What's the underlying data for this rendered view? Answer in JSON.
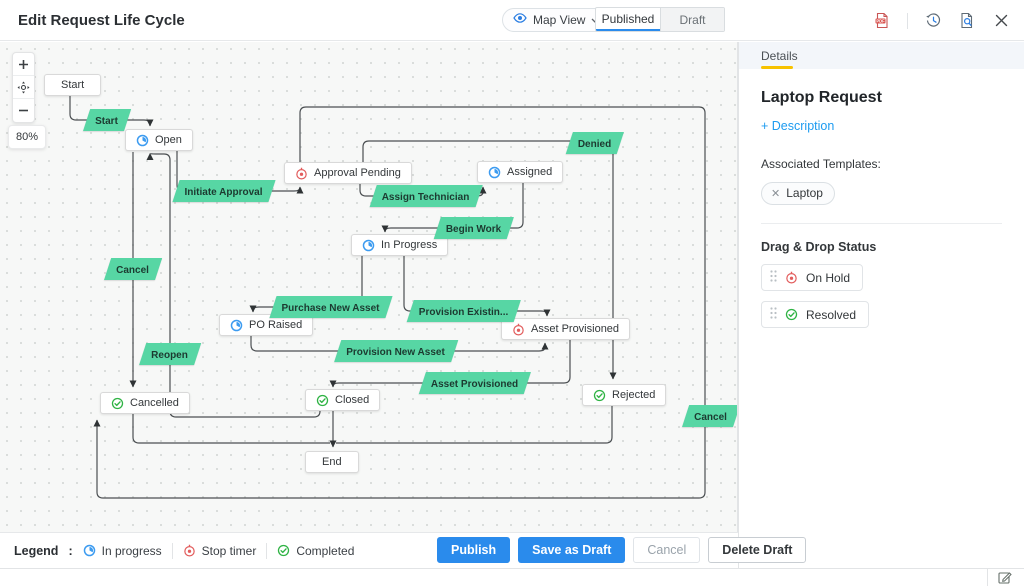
{
  "header": {
    "title": "Edit Request Life Cycle",
    "map_view_label": "Map View",
    "tabs": [
      {
        "label": "Published",
        "active": true
      },
      {
        "label": "Draft",
        "active": false
      }
    ],
    "icons": [
      "pdf-export-icon",
      "history-icon",
      "document-search-icon",
      "close-icon"
    ]
  },
  "canvas": {
    "zoom_level": "80%",
    "nodes": [
      {
        "id": "start",
        "label": "Start",
        "icon": "none"
      },
      {
        "id": "open",
        "label": "Open",
        "icon": "in-progress"
      },
      {
        "id": "approval-pending",
        "label": "Approval Pending",
        "icon": "stop-timer"
      },
      {
        "id": "assigned",
        "label": "Assigned",
        "icon": "in-progress"
      },
      {
        "id": "in-progress",
        "label": "In Progress",
        "icon": "in-progress"
      },
      {
        "id": "po-raised",
        "label": "PO Raised",
        "icon": "in-progress"
      },
      {
        "id": "asset-provisioned",
        "label": "Asset Provisioned",
        "icon": "stop-timer"
      },
      {
        "id": "cancelled",
        "label": "Cancelled",
        "icon": "completed"
      },
      {
        "id": "closed",
        "label": "Closed",
        "icon": "completed"
      },
      {
        "id": "rejected",
        "label": "Rejected",
        "icon": "completed"
      },
      {
        "id": "end",
        "label": "End",
        "icon": "none"
      }
    ],
    "transitions": [
      {
        "id": "t-start",
        "label": "Start"
      },
      {
        "id": "initiate-approval",
        "label": "Initiate Approval"
      },
      {
        "id": "assign-technician",
        "label": "Assign Technician"
      },
      {
        "id": "begin-work",
        "label": "Begin Work"
      },
      {
        "id": "denied",
        "label": "Denied"
      },
      {
        "id": "cancel-left",
        "label": "Cancel"
      },
      {
        "id": "purchase-new-asset",
        "label": "Purchase New Asset"
      },
      {
        "id": "provision-existing",
        "label": "Provision Existin..."
      },
      {
        "id": "provision-new-asset",
        "label": "Provision New Asset"
      },
      {
        "id": "reopen",
        "label": "Reopen"
      },
      {
        "id": "asset-provisioned-t",
        "label": "Asset Provisioned"
      },
      {
        "id": "cancel-right",
        "label": "Cancel"
      }
    ]
  },
  "panel": {
    "tab_label": "Details",
    "title": "Laptop Request",
    "description_link": "+ Description",
    "templates_label": "Associated Templates:",
    "templates": [
      {
        "label": "Laptop"
      }
    ],
    "drag_drop_label": "Drag & Drop Status",
    "statuses": [
      {
        "label": "On Hold",
        "icon": "stop-timer"
      },
      {
        "label": "Resolved",
        "icon": "completed"
      }
    ]
  },
  "footer": {
    "legend_label": "Legend",
    "legend_colon": ":",
    "legend_items": [
      {
        "label": "In progress",
        "icon": "in-progress"
      },
      {
        "label": "Stop timer",
        "icon": "stop-timer"
      },
      {
        "label": "Completed",
        "icon": "completed"
      }
    ],
    "buttons": [
      {
        "label": "Publish",
        "style": "primary"
      },
      {
        "label": "Save as Draft",
        "style": "primary"
      },
      {
        "label": "Cancel",
        "style": "disabled"
      },
      {
        "label": "Delete Draft",
        "style": "secondary"
      }
    ]
  },
  "colors": {
    "accent_blue": "#2a8bec",
    "transition_green": "#57d6a4",
    "tab_underline_yellow": "#f7c200",
    "status_blue": "#3c9bf0",
    "status_red": "#e25c5c",
    "status_green": "#2fb344",
    "pdf_red": "#d9534f"
  }
}
